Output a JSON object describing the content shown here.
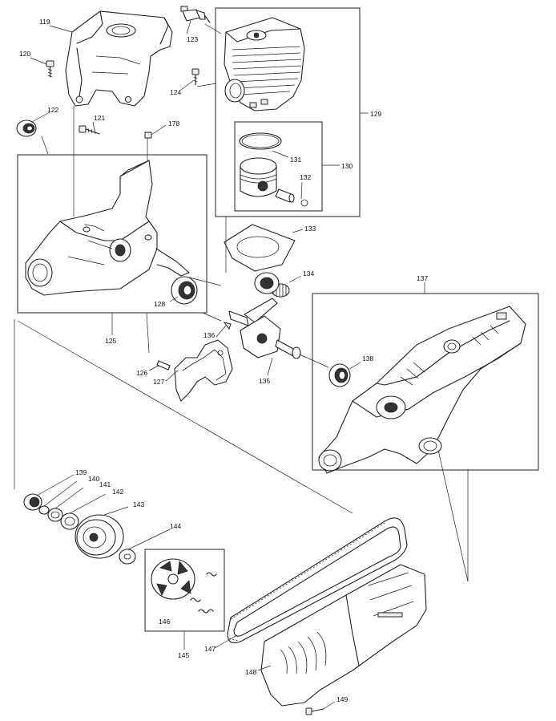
{
  "callouts": {
    "p119": "119",
    "p120": "120",
    "p121": "121",
    "p122": "122",
    "p123": "123",
    "p124": "124",
    "p125": "125",
    "p126": "126",
    "p127": "127",
    "p128": "128",
    "p129": "129",
    "p130": "130",
    "p131": "131",
    "p132": "132",
    "p133": "133",
    "p134": "134",
    "p135": "135",
    "p136": "136",
    "p137": "137",
    "p138": "138",
    "p139": "139",
    "p140": "140",
    "p141": "141",
    "p142": "142",
    "p143": "143",
    "p144": "144",
    "p145": "145",
    "p146": "146",
    "p147": "147",
    "p148": "148",
    "p149": "149",
    "p178": "178"
  }
}
